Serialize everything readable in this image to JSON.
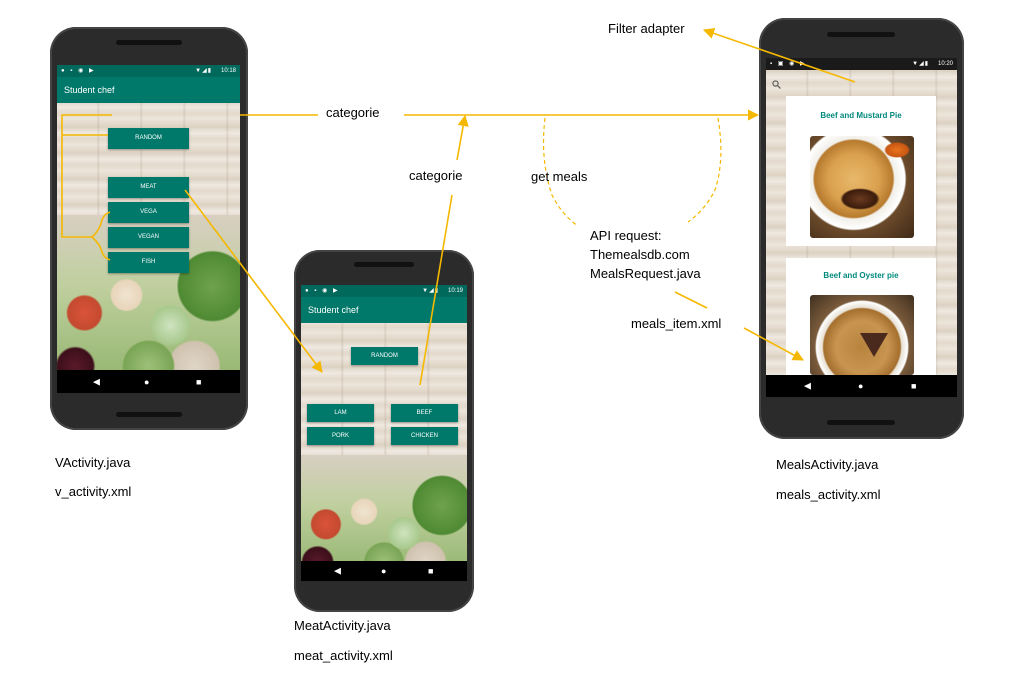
{
  "labels": {
    "filter_adapter": "Filter adapter",
    "categorie_top": "categorie",
    "categorie_mid": "categorie",
    "get_meals": "get meals",
    "api_request_line1": "API  request:",
    "api_request_line2": "Themealsdb.com",
    "api_request_line3": "MealsRequest.java",
    "meals_item": "meals_item.xml",
    "vactivity_java": "VActivity.java",
    "vactivity_xml": "v_activity.xml",
    "meat_java": "MeatActivity.java",
    "meat_xml": "meat_activity.xml",
    "meals_java": "MealsActivity.java",
    "meals_xml": "meals_activity.xml"
  },
  "phone1": {
    "time": "10:18",
    "app_title": "Student chef",
    "buttons": {
      "random": "RANDOM",
      "meat": "MEAT",
      "vega": "VEGA",
      "vegan": "VEGAN",
      "fish": "FISH"
    }
  },
  "phone2": {
    "time": "10:19",
    "app_title": "Student chef",
    "buttons": {
      "random": "RANDOM",
      "lam": "LAM",
      "beef": "BEEF",
      "pork": "PORK",
      "chicken": "CHICKEN"
    }
  },
  "phone3": {
    "time": "10:20",
    "cards": [
      {
        "title": "Beef and Mustard Pie"
      },
      {
        "title": "Beef and Oyster pie"
      }
    ]
  },
  "icons": {
    "nav_back": "◀",
    "nav_home": "●",
    "nav_recent": "■",
    "search": "search-icon"
  },
  "colors": {
    "arrow": "#f5b800",
    "primary": "#00796b",
    "status": "#00695c"
  }
}
